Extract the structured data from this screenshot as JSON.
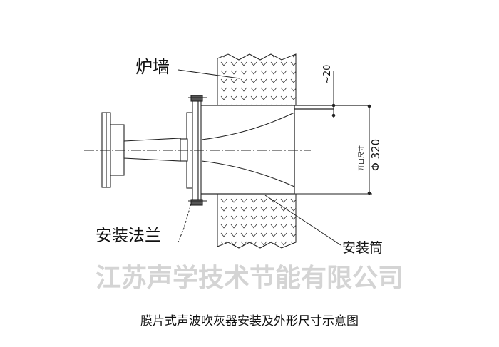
{
  "labels": {
    "furnace_wall": "炉墙",
    "mounting_flange": "安装法兰",
    "mounting_tube": "安装筒",
    "gap_dimension": "~20",
    "opening_size_label": "开口尺寸",
    "opening_diameter": "Φ 320"
  },
  "caption": "膜片式声波吹灰器安装及外形尺寸示意图",
  "watermark": "江苏声学技术节能有限公司"
}
